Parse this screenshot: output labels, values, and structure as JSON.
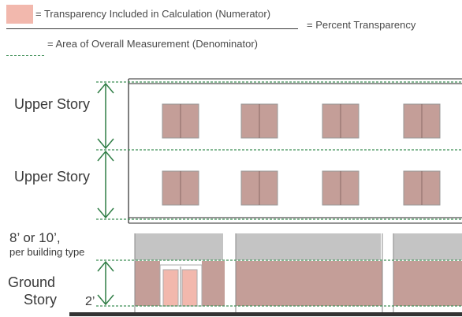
{
  "legend": {
    "numerator_label": "= Transparency Included in Calculation (Numerator)",
    "result_label": "= Percent Transparency",
    "denominator_label": "= Area of Overall Measurement (Denominator)",
    "numerator_color": "#f2b8ad",
    "denominator_line_color": "#3e8f56"
  },
  "labels": {
    "upper_story_1": "Upper Story",
    "upper_story_2": "Upper Story",
    "height_line1": "8’ or 10’,",
    "height_line2": "per building type",
    "ground_story_line1": "Ground",
    "ground_story_line2": "Story",
    "base_height": "2’"
  },
  "colors": {
    "window_fill": "#c49e98",
    "transom_gray": "#c4c4c4",
    "arrow_green": "#2f7d45",
    "building_line": "#555555"
  }
}
